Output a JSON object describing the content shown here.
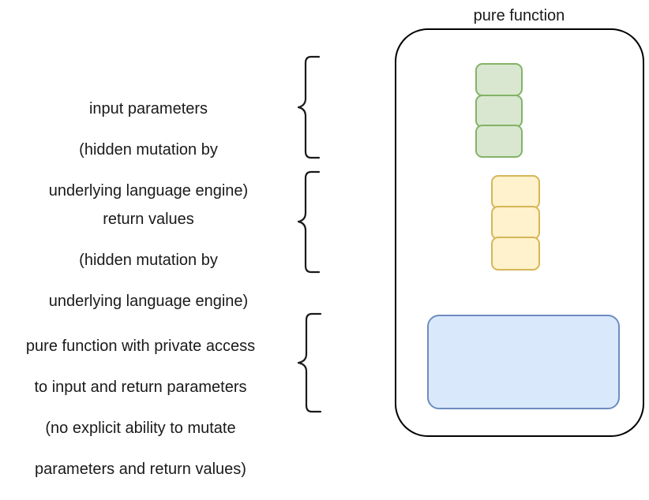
{
  "diagram": {
    "title": "pure function",
    "type": "concept-diagram",
    "colors": {
      "container_stroke": "#000000",
      "container_fill": "#ffffff",
      "green_fill": "#d9e7d0",
      "green_stroke": "#82b366",
      "yellow_fill": "#fff2cc",
      "yellow_stroke": "#d6b656",
      "blue_fill": "#dae8fc",
      "blue_stroke": "#6c8ebf",
      "text": "#1a1a1a",
      "brace_stroke": "#1a1a1a"
    },
    "labels": [
      {
        "id": "input-parameters",
        "lines": [
          "input parameters",
          "(hidden mutation by",
          "underlying language engine)"
        ]
      },
      {
        "id": "return-values",
        "lines": [
          "return values",
          "(hidden mutation by",
          "underlying language engine)"
        ]
      },
      {
        "id": "pure-function-body",
        "lines": [
          "pure function with private access",
          "to input and return parameters",
          "(no explicit ability to mutate",
          "parameters and return values)"
        ]
      }
    ],
    "braces": [
      {
        "id": "brace-input-parameters",
        "glyph": "left-curly-brace"
      },
      {
        "id": "brace-return-values",
        "glyph": "left-curly-brace"
      },
      {
        "id": "brace-pure-function-body",
        "glyph": "left-curly-brace"
      }
    ],
    "groups": [
      {
        "id": "input-parameter-slots",
        "color": "green",
        "count": 3,
        "items": [
          {
            "id": "input-slot-1",
            "label": ""
          },
          {
            "id": "input-slot-2",
            "label": ""
          },
          {
            "id": "input-slot-3",
            "label": ""
          }
        ]
      },
      {
        "id": "return-value-slots",
        "color": "yellow",
        "count": 3,
        "items": [
          {
            "id": "return-slot-1",
            "label": ""
          },
          {
            "id": "return-slot-2",
            "label": ""
          },
          {
            "id": "return-slot-3",
            "label": ""
          }
        ]
      },
      {
        "id": "function-body-block",
        "color": "blue",
        "count": 1,
        "items": [
          {
            "id": "function-body",
            "label": ""
          }
        ]
      }
    ]
  }
}
